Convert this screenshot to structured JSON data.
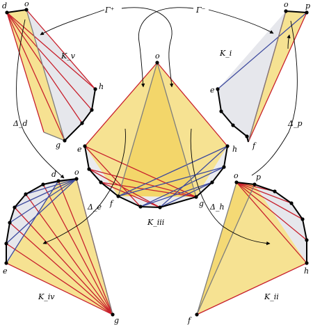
{
  "labels": {
    "gamma_plus": "Γ⁺",
    "gamma_minus": "Γ⁻",
    "k_v": "K_v",
    "k_i": "K_i",
    "k_iii": "K_iii",
    "k_iv": "K_iv",
    "k_ii": "K_ii",
    "delta_d": "Δ_d",
    "delta_p": "Δ_p",
    "delta_e": "Δ_e",
    "delta_h": "Δ_h"
  },
  "vertices": {
    "d": "d",
    "o": "o",
    "p": "p",
    "e": "e",
    "f": "f",
    "g": "g",
    "h": "h"
  },
  "colors": {
    "yellow": "#f6e08c",
    "gray": "#e6e7ec",
    "red": "#c8202c",
    "blue": "#3d4a9e"
  }
}
